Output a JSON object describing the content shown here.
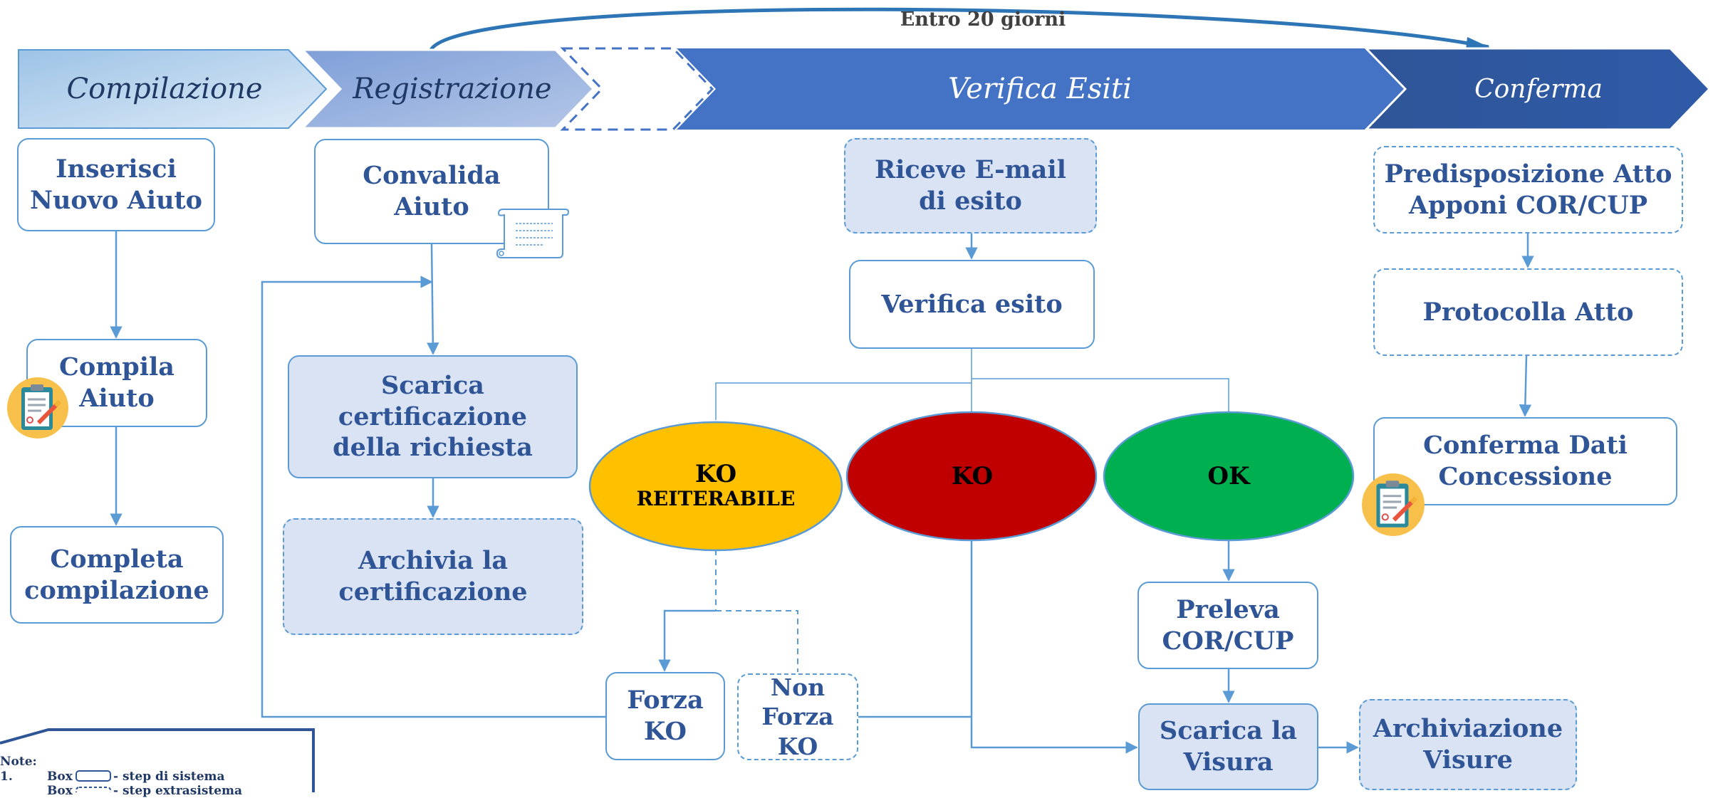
{
  "phases": {
    "compilazione": "Compilazione",
    "registrazione": "Registrazione",
    "verifica": "Verifica Esiti",
    "conferma": "Conferma"
  },
  "timeline_note": "Entro 20 giorni",
  "nodes": {
    "inserisci": "Inserisci\nNuovo Aiuto",
    "compila": "Compila\nAiuto",
    "completa": "Completa\ncompilazione",
    "convalida": "Convalida\nAiuto",
    "scarica_cert": "Scarica\ncertificazione\ndella richiesta",
    "archivia_cert": "Archivia la\ncertificazione",
    "riceve_email": "Riceve E-mail\ndi esito",
    "verifica_esito": "Verifica esito",
    "forza_ko": "Forza\nKO",
    "non_forza_ko": "Non\nForza\nKO",
    "preleva": "Preleva\nCOR/CUP",
    "scarica_visura": "Scarica la\nVisura",
    "archiviazione": "Archiviazione\nVisure",
    "predisposizione": "Predisposizione Atto\nApponi COR/CUP",
    "protocolla": "Protocolla Atto",
    "conferma_dati": "Conferma Dati\nConcessione"
  },
  "outcomes": {
    "ko_reiterabile_main": "KO",
    "ko_reiterabile_sub": "REITERABILE",
    "ko": "KO",
    "ok": "OK"
  },
  "legend": {
    "title": "Note:",
    "row1_marker": "1.",
    "row1_prefix": "Box",
    "row1_text": "- step di sistema",
    "row2_prefix": "Box",
    "row2_text": "- step extrasistema"
  },
  "colors": {
    "phase_light": "#bdd7ee",
    "phase_mid": "#8faadc",
    "phase_main": "#4472c4",
    "phase_dark": "#2f5597",
    "node_border": "#5b9bd5",
    "node_text": "#2f5597",
    "node_fill": "#dae3f3",
    "ko_reiterabile": "#ffc000",
    "ko": "#c00000",
    "ok": "#00b050"
  },
  "icons": [
    "clipboard-icon",
    "document-scroll-icon"
  ]
}
